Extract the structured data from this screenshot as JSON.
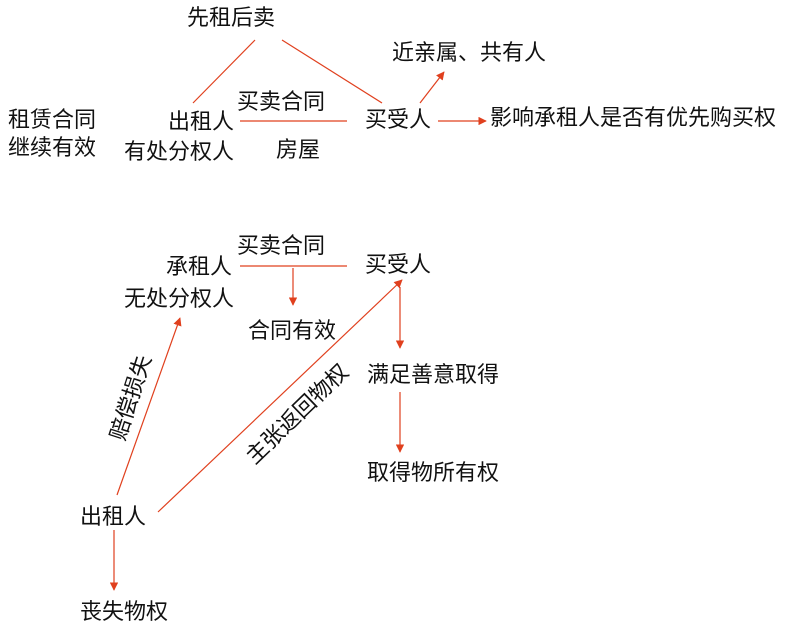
{
  "top": {
    "first_lease": "先租后卖",
    "contract_valid_1": "租赁合同",
    "contract_valid_2": "继续有效",
    "lessor_1": "出租人",
    "lessor_2": "有处分权人",
    "sale_contract": "买卖合同",
    "house": "房屋",
    "buyer": "买受人",
    "relatives": "近亲属、共有人",
    "pre_emption": "影响承租人是否有优先购买权"
  },
  "bottom": {
    "lessee_1": "承租人",
    "lessee_2": "无处分权人",
    "sale_contract": "买卖合同",
    "buyer": "买受人",
    "contract_valid": "合同有效",
    "good_faith": "满足善意取得",
    "obtain_ownership": "取得物所有权",
    "compensate": "赔偿损失",
    "claim_return": "主张返回物权",
    "lessor": "出租人",
    "lose_right": "丧失物权"
  },
  "colors": {
    "arrow": "#e0401e",
    "text": "#111111"
  }
}
